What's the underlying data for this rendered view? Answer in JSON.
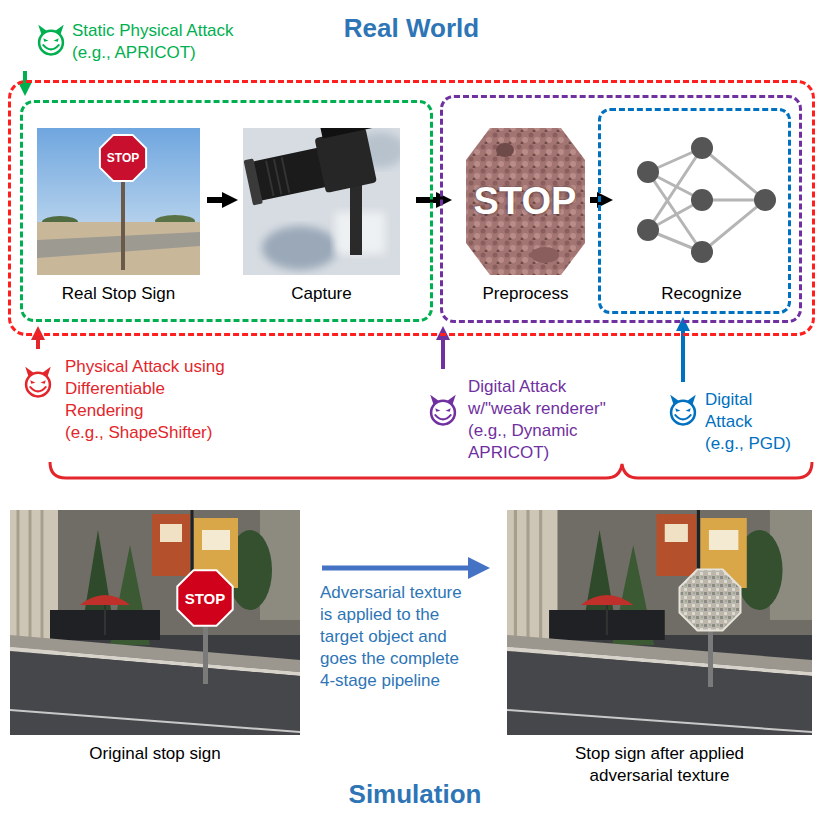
{
  "diagram": {
    "nodes": [
      {
        "text": [
          "Static Physical Attack",
          "(e.g., APRICOT)"
        ]
      },
      {
        "text": [
          "Real World"
        ]
      },
      {
        "text": [],
        "in": 1
      },
      {
        "text": [
          "Real Stop Sign"
        ],
        "in": 2
      },
      {
        "text": [
          "Capture"
        ],
        "in": 2
      },
      {
        "text": [],
        "in": 1
      },
      {
        "text": [
          "Preprocess"
        ],
        "in": 5
      },
      {
        "text": [],
        "in": 5
      },
      {
        "text": [
          "Recognize"
        ],
        "in": 7
      },
      {
        "text": [
          "Physical Attack using Differentiable Rendering",
          "(e.g., ShapeShifter)"
        ]
      },
      {
        "text": [
          "Digital Attack w/\"weak renderer\"",
          "(e.g., Dynamic APRICOT)"
        ]
      },
      {
        "text": [
          "Digital Attack",
          "(e.g., PGD)"
        ]
      },
      {
        "text": [
          "Original stop sign"
        ]
      },
      {
        "text": [
          "Stop sign after applied adversarial texture"
        ]
      }
    ],
    "edges": [
      {
        "from": 0,
        "to": 2,
        "arrow": "to"
      },
      {
        "from": 3,
        "to": 4,
        "arrow": "to"
      },
      {
        "from": 4,
        "to": 6,
        "arrow": "to"
      },
      {
        "from": 6,
        "to": 8,
        "arrow": "to"
      },
      {
        "from": 9,
        "to": 2,
        "arrow": "to"
      },
      {
        "from": 10,
        "to": 5,
        "arrow": "to"
      },
      {
        "from": 11,
        "to": 7,
        "arrow": "to"
      },
      {
        "from": 12,
        "to": 13,
        "arrow": "to",
        "label": "Adversarial texture is applied to the target object and goes the complete 4-stage pipeline"
      }
    ],
    "labels": [
      "STOP",
      "STOP",
      "STOP",
      "Simulation"
    ]
  }
}
